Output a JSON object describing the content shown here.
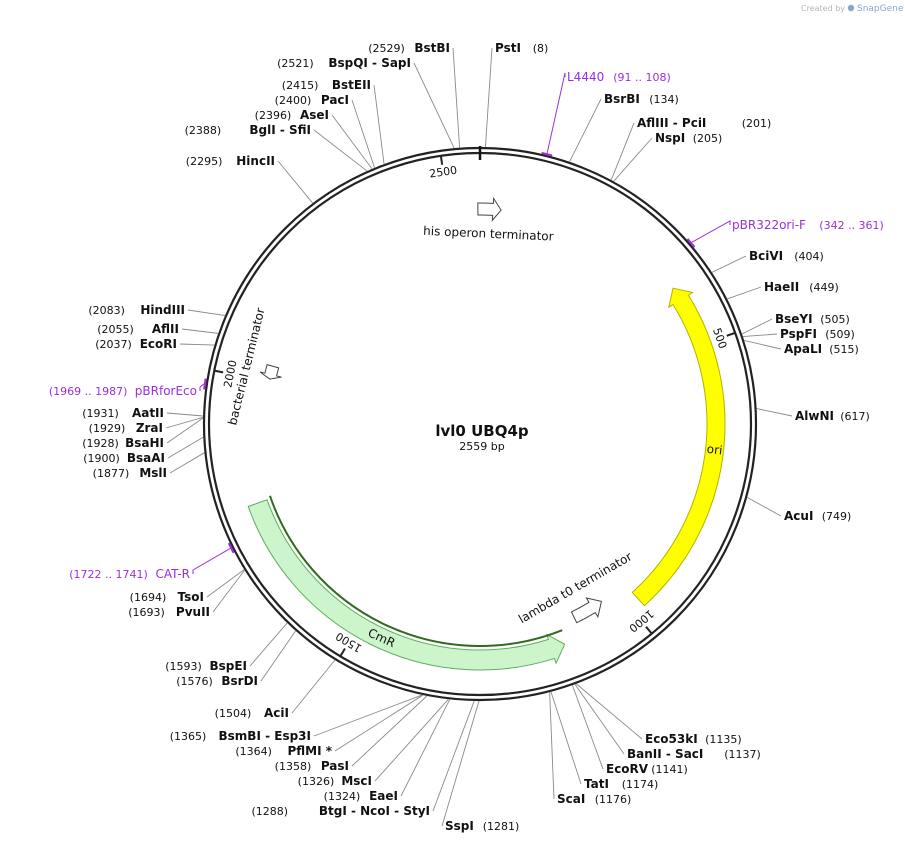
{
  "credit": {
    "created_by": "Created by",
    "brand": "SnapGene"
  },
  "plasmid": {
    "name": "lvl0 UBQ4p",
    "length_label": "2559 bp",
    "total_bp": 2559
  },
  "ruler_ticks": [
    {
      "bp": 500,
      "label": "500"
    },
    {
      "bp": 1000,
      "label": "1000"
    },
    {
      "bp": 1500,
      "label": "1500"
    },
    {
      "bp": 2000,
      "label": "2000"
    },
    {
      "bp": 2500,
      "label": "2500"
    }
  ],
  "features": [
    {
      "id": "ori",
      "label": "ori",
      "start": 390,
      "end": 980,
      "direction": "ccw",
      "color": "#ffff00",
      "stroke": "#b3b300"
    },
    {
      "id": "cmr",
      "label": "CmR",
      "start": 1130,
      "end": 1780,
      "direction": "ccw",
      "color": "#ccf5cc",
      "stroke": "#5fae5f"
    },
    {
      "id": "his-operon-terminator",
      "label": "his operon terminator",
      "start": 2555,
      "end": 40,
      "direction": "cw",
      "color": "#ffffff",
      "stroke": "#444444"
    },
    {
      "id": "lambda-t0-terminator",
      "label": "lambda t0 terminator",
      "start": 1035,
      "end": 1095,
      "direction": "ccw",
      "color": "#ffffff",
      "stroke": "#444444"
    },
    {
      "id": "bacterial-terminator",
      "label": "bacterial terminator",
      "start": 2005,
      "end": 2030,
      "direction": "ccw",
      "color": "#ffffff",
      "stroke": "#444444"
    }
  ],
  "sites": [
    {
      "id": "psti",
      "text": "PstI",
      "pos": "(8)",
      "bp": 8
    },
    {
      "id": "bstbi",
      "text": "BstBI",
      "pos": "(2529)",
      "bp": 2529
    },
    {
      "id": "bspqi-sapi",
      "text": "BspQI - SapI",
      "pos": "(2521)",
      "bp": 2521
    },
    {
      "id": "bsteii",
      "text": "BstEII",
      "pos": "(2415)",
      "bp": 2415
    },
    {
      "id": "paci",
      "text": "PacI",
      "pos": "(2400)",
      "bp": 2400
    },
    {
      "id": "asei",
      "text": "AseI",
      "pos": "(2396)",
      "bp": 2396
    },
    {
      "id": "bgli-sfii",
      "text": "BglI - SfiI",
      "pos": "(2388)",
      "bp": 2388
    },
    {
      "id": "hincii",
      "text": "HincII",
      "pos": "(2295)",
      "bp": 2295
    },
    {
      "id": "bsrbi",
      "text": "BsrBI",
      "pos": "(134)",
      "bp": 134
    },
    {
      "id": "afliii-pcii",
      "text": "AflIII - PciI",
      "pos": "(201)",
      "bp": 201
    },
    {
      "id": "nspi",
      "text": "NspI",
      "pos": "(205)",
      "bp": 205
    },
    {
      "id": "bcivi",
      "text": "BciVI",
      "pos": "(404)",
      "bp": 404
    },
    {
      "id": "haeii",
      "text": "HaeII",
      "pos": "(449)",
      "bp": 449
    },
    {
      "id": "bseyi",
      "text": "BseYI",
      "pos": "(505)",
      "bp": 505
    },
    {
      "id": "pspfi",
      "text": "PspFI",
      "pos": "(509)",
      "bp": 509
    },
    {
      "id": "apali",
      "text": "ApaLI",
      "pos": "(515)",
      "bp": 515
    },
    {
      "id": "alwni",
      "text": "AlwNI",
      "pos": "(617)",
      "bp": 617
    },
    {
      "id": "acui",
      "text": "AcuI",
      "pos": "(749)",
      "bp": 749
    },
    {
      "id": "eco53ki",
      "text": "Eco53kI",
      "pos": "(1135)",
      "bp": 1135
    },
    {
      "id": "banii-saci",
      "text": "BanII - SacI",
      "pos": "(1137)",
      "bp": 1137
    },
    {
      "id": "ecorv",
      "text": "EcoRV",
      "pos": "(1141)",
      "bp": 1141
    },
    {
      "id": "tati",
      "text": "TatI",
      "pos": "(1174)",
      "bp": 1174
    },
    {
      "id": "scai",
      "text": "ScaI",
      "pos": "(1176)",
      "bp": 1176
    },
    {
      "id": "sspi",
      "text": "SspI",
      "pos": "(1281)",
      "bp": 1281
    },
    {
      "id": "btgi-ncoi-styi",
      "text": "BtgI - NcoI - StyI",
      "pos": "(1288)",
      "bp": 1288
    },
    {
      "id": "eaei",
      "text": "EaeI",
      "pos": "(1324)",
      "bp": 1324
    },
    {
      "id": "msci",
      "text": "MscI",
      "pos": "(1326)",
      "bp": 1326
    },
    {
      "id": "pasi",
      "text": "PasI",
      "pos": "(1358)",
      "bp": 1358
    },
    {
      "id": "pflmi",
      "text": "PflMI *",
      "pos": "(1364)",
      "bp": 1364
    },
    {
      "id": "bsmbi-esp3i",
      "text": "BsmBI - Esp3I",
      "pos": "(1365)",
      "bp": 1365
    },
    {
      "id": "acii",
      "text": "AciI",
      "pos": "(1504)",
      "bp": 1504
    },
    {
      "id": "bsrdi",
      "text": "BsrDI",
      "pos": "(1576)",
      "bp": 1576
    },
    {
      "id": "bspei",
      "text": "BspEI",
      "pos": "(1593)",
      "bp": 1593
    },
    {
      "id": "pvuii",
      "text": "PvuII",
      "pos": "(1693)",
      "bp": 1693
    },
    {
      "id": "tsoi",
      "text": "TsoI",
      "pos": "(1694)",
      "bp": 1694
    },
    {
      "id": "msli",
      "text": "MslI",
      "pos": "(1877)",
      "bp": 1877
    },
    {
      "id": "bsaai",
      "text": "BsaAI",
      "pos": "(1900)",
      "bp": 1900
    },
    {
      "id": "bsahi",
      "text": "BsaHI",
      "pos": "(1928)",
      "bp": 1928
    },
    {
      "id": "zrai",
      "text": "ZraI",
      "pos": "(1929)",
      "bp": 1929
    },
    {
      "id": "aatii",
      "text": "AatII",
      "pos": "(1931)",
      "bp": 1931
    },
    {
      "id": "ecori",
      "text": "EcoRI",
      "pos": "(2037)",
      "bp": 2037
    },
    {
      "id": "aflii",
      "text": "AflII",
      "pos": "(2055)",
      "bp": 2055
    },
    {
      "id": "hindiii",
      "text": "HindIII",
      "pos": "(2083)",
      "bp": 2083
    }
  ],
  "primers": [
    {
      "id": "l4440",
      "text": "L4440",
      "range": "(91 .. 108)",
      "bp": 99,
      "color": "#9b30d9"
    },
    {
      "id": "pbr322ori-f",
      "text": "pBR322ori-F",
      "range": "(342 .. 361)",
      "bp": 351,
      "color": "#9b30d9"
    },
    {
      "id": "pbrforeco",
      "text": "pBRforEco",
      "range": "(1969 .. 1987)",
      "bp": 1978,
      "color": "#9b30d9"
    },
    {
      "id": "cat-r",
      "text": "CAT-R",
      "range": "(1722 .. 1741)",
      "bp": 1731,
      "color": "#9b30d9"
    }
  ]
}
